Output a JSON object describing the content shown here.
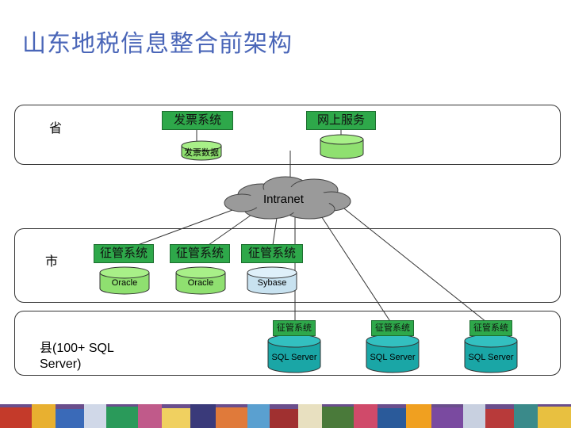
{
  "title": "山东地税信息整合前架构",
  "province": {
    "label": "省",
    "invoice_system": "发票系统",
    "online_service": "网上服务",
    "invoice_db": "发票数据"
  },
  "network": {
    "label": "Intranet"
  },
  "city": {
    "label": "市",
    "systems": [
      {
        "name": "征管系统",
        "db": "Oracle"
      },
      {
        "name": "征管系统",
        "db": "Oracle"
      },
      {
        "name": "征管系统",
        "db": "Sybase"
      }
    ]
  },
  "county": {
    "label": "县(100+ SQL Server)",
    "systems": [
      {
        "name": "征管系统",
        "db": "SQL Server"
      },
      {
        "name": "征管系统",
        "db": "SQL Server"
      },
      {
        "name": "征管系统",
        "db": "SQL Server"
      }
    ]
  },
  "colors": {
    "title": "#4a66b8",
    "system_box": "#2ea84a",
    "db_green": "#8fe070",
    "db_teal": "#1aa6a6",
    "db_blue": "#c8e2f0",
    "cloud": "#9a9a9a"
  }
}
